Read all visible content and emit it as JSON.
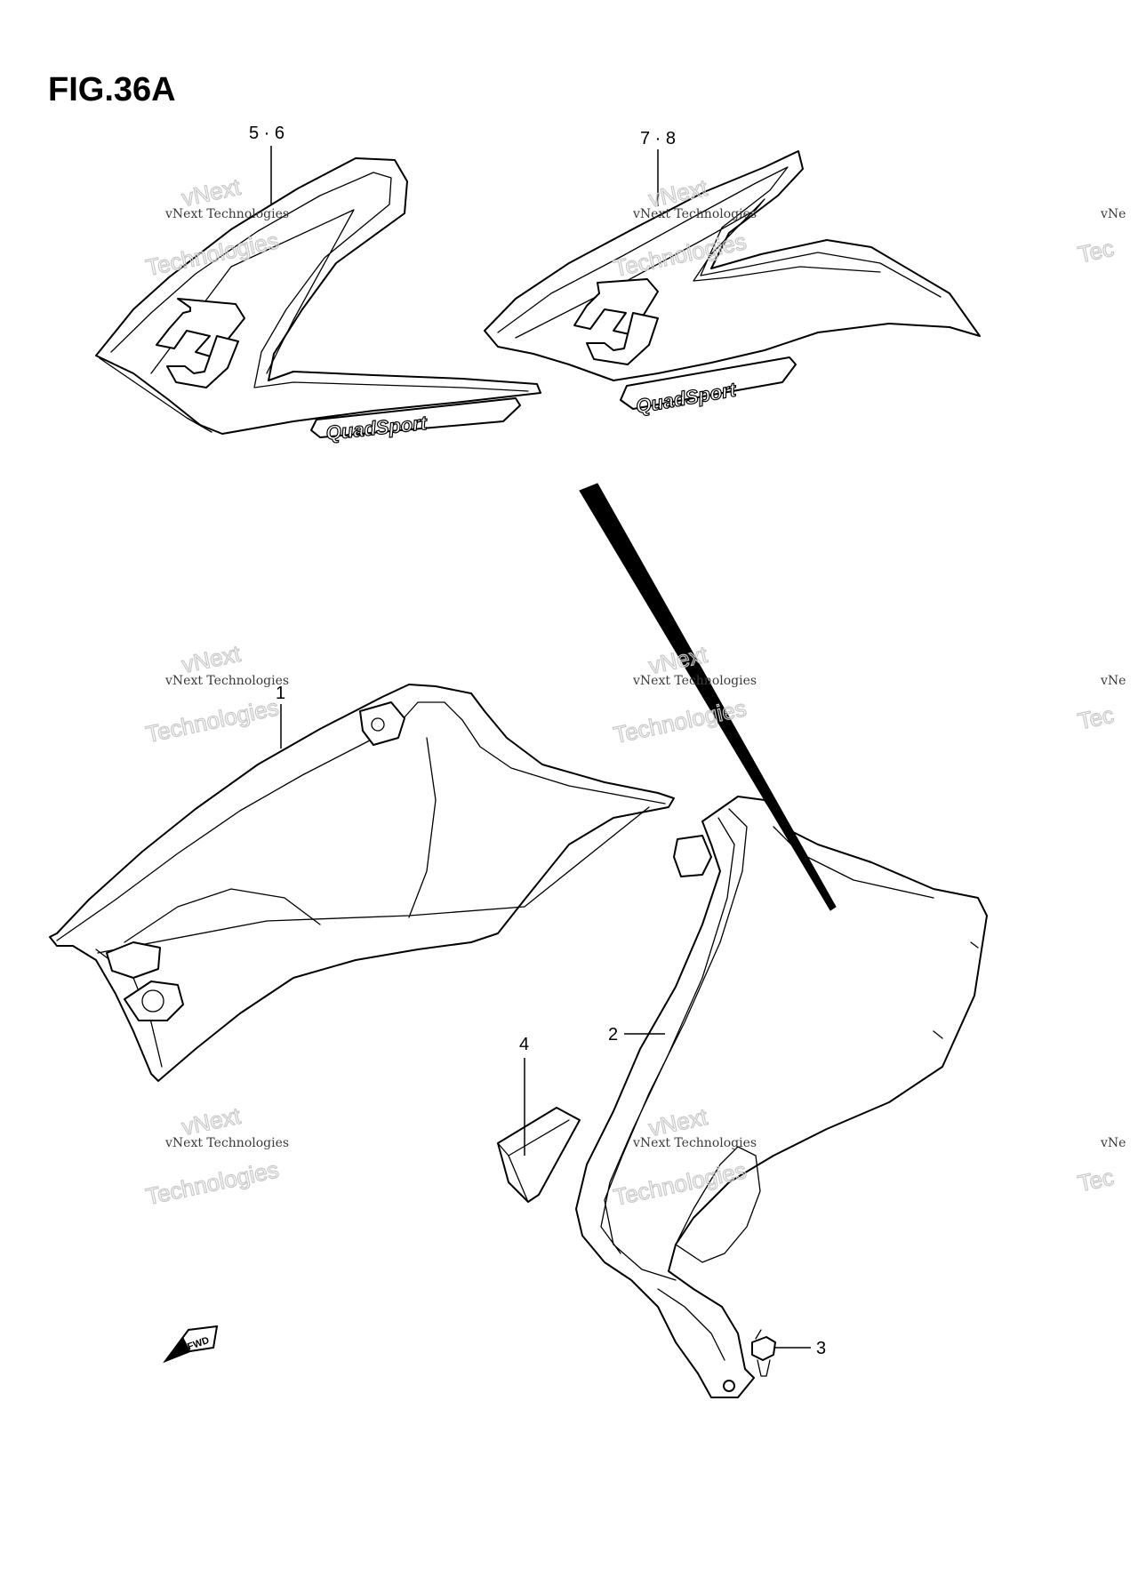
{
  "figure": {
    "title": "FIG.36A"
  },
  "callouts": {
    "c_5_6": "5 · 6",
    "c_7_8": "7 · 8",
    "c_1": "1",
    "c_2": "2",
    "c_3": "3",
    "c_4": "4"
  },
  "decals": {
    "left_logo": "QuadSport",
    "right_logo": "QuadSport"
  },
  "fwd_marker": {
    "label": "FWD"
  },
  "watermark": {
    "line1": "vNext",
    "line2": "vNext Technologies",
    "line3": "Technologies",
    "edge1": "vNe",
    "edge2": "Tec"
  }
}
